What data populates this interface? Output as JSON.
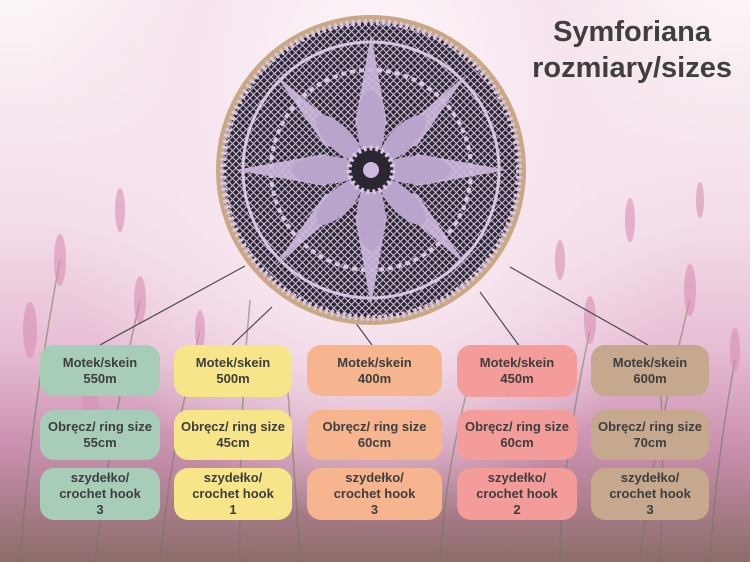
{
  "title": {
    "line1": "Symforiana",
    "line2": "rozmiary/sizes"
  },
  "columns": [
    {
      "color": "#a7cdb8",
      "skein_label": "Motek/skein",
      "skein_value": "550m",
      "ring_label": "Obręcz/ ring size",
      "ring_value": "55cm",
      "hook_label1": "szydełko/",
      "hook_label2": "crochet hook",
      "hook_value": "3"
    },
    {
      "color": "#f7e58a",
      "skein_label": "Motek/skein",
      "skein_value": "500m",
      "ring_label": "Obręcz/ ring size",
      "ring_value": "45cm",
      "hook_label1": "szydełko/",
      "hook_label2": "crochet hook",
      "hook_value": "1"
    },
    {
      "color": "#f6b58e",
      "skein_label": "Motek/skein",
      "skein_value": "400m",
      "ring_label": "Obręcz/ ring size",
      "ring_value": "60cm",
      "hook_label1": "szydełko/",
      "hook_label2": "crochet hook",
      "hook_value": "3"
    },
    {
      "color": "#f39c9a",
      "skein_label": "Motek/skein",
      "skein_value": "450m",
      "ring_label": "Obręcz/ ring size",
      "ring_value": "60cm",
      "hook_label1": "szydełko/",
      "hook_label2": "crochet hook",
      "hook_value": "2"
    },
    {
      "color": "#c5a88d",
      "skein_label": "Motek/skein",
      "skein_value": "600m",
      "ring_label": "Obręcz/ ring size",
      "ring_value": "70cm",
      "hook_label1": "szydełko/",
      "hook_label2": "crochet hook",
      "hook_value": "3"
    }
  ]
}
